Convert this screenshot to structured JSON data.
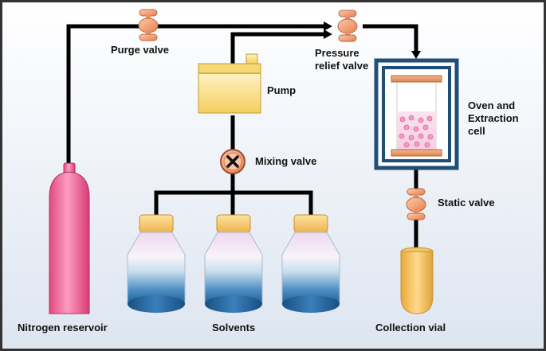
{
  "labels": {
    "purge_valve": "Purge valve",
    "pressure_relief_valve": "Pressure\nrelief valve",
    "pump": "Pump",
    "mixing_valve": "Mixing valve",
    "oven_extraction_cell": "Oven and\nExtraction\ncell",
    "static_valve": "Static valve",
    "nitrogen_reservoir": "Nitrogen reservoir",
    "solvents": "Solvents",
    "collection_vial": "Collection vial"
  },
  "colors": {
    "background_top": "#ffffff",
    "background_bottom": "#dde5f0",
    "pipe": "#000000",
    "valve": "#f3a27a",
    "pump_body": "#fde39a",
    "oven_frame": "#1f4e79",
    "extraction_cell_rod": "#e89a66",
    "extraction_particles": "#ee88bb",
    "nitrogen_cylinder": "#f06a9a",
    "solvent_cap": "#f7c96a",
    "solvent_liquid": "#1f6aa5",
    "collection_vial": "#f5c153"
  },
  "icons": {
    "valves": "hourglass-valve-icon",
    "mixing_valve": "x-circle-valve-icon",
    "flow_arrows": "arrow-right-icon"
  }
}
